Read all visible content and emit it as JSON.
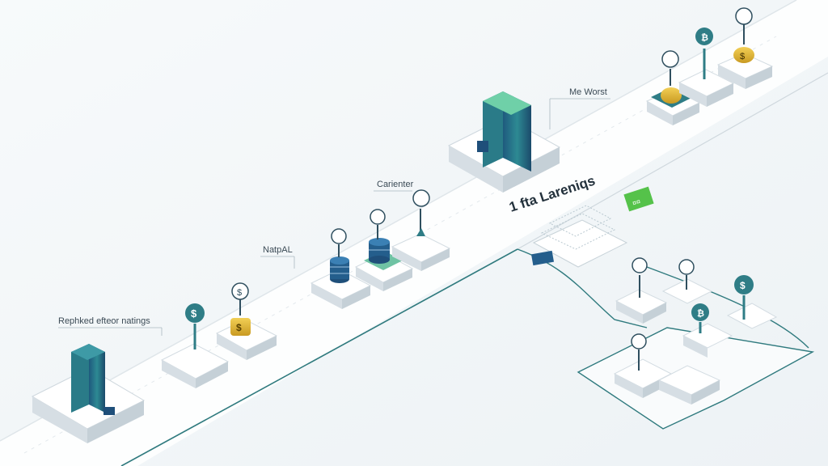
{
  "labels": {
    "replaced_ratings": "Rephked efteor natings",
    "natal": "NatpAL",
    "carienter": "Carienter",
    "me_worst": "Me Worst",
    "hub_title": "1 fta Lareniqs"
  },
  "colors": {
    "background": "#f4f7f9",
    "track": "#ffffff",
    "track_edge": "#dfe6ea",
    "accent_line": "#2f7a7e",
    "node_top": "#ffffff",
    "node_side": "#d6dee4",
    "teal": "#2f7d86",
    "navy": "#1f4f7a",
    "gold": "#e2b83a",
    "green_badge": "#55c24a"
  },
  "icons": {
    "tower": "office-tower-icon",
    "coin": "dollar-coin-icon",
    "database": "database-stack-icon",
    "pin": "map-pin-icon",
    "flag": "green-flag-icon",
    "server": "server-rack-icon"
  }
}
